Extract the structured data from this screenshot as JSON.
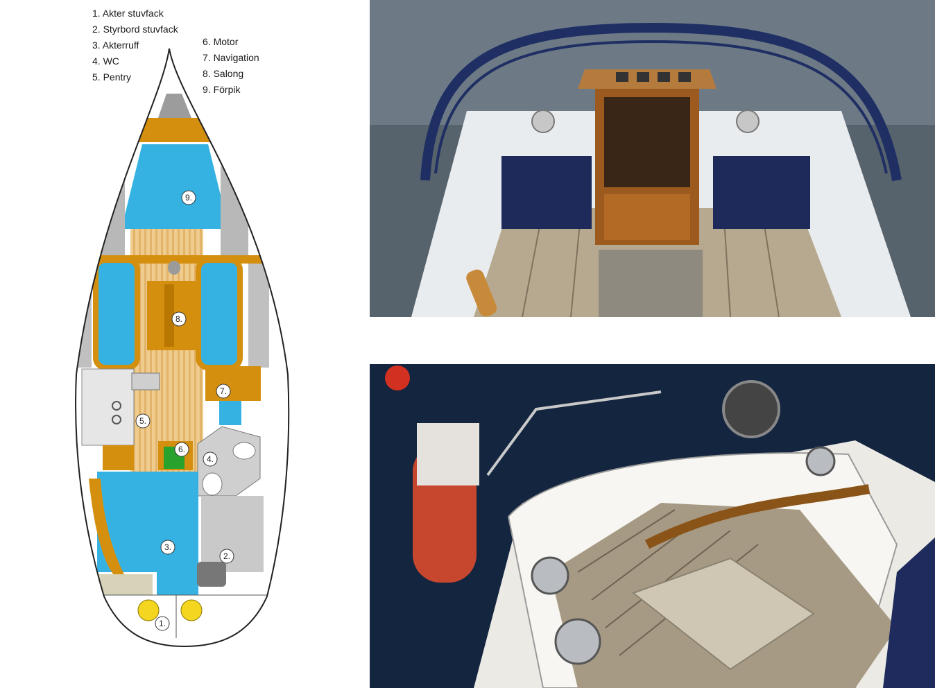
{
  "legend": {
    "items": [
      {
        "label": "1. Akter stuvfack"
      },
      {
        "label": "2. Styrbord stuvfack"
      },
      {
        "label": "3. Akterruff"
      },
      {
        "label": "4. WC"
      },
      {
        "label": "5. Pentry"
      },
      {
        "label": "6. Motor"
      },
      {
        "label": "7. Navigation"
      },
      {
        "label": "8. Salong"
      },
      {
        "label": "9. Förpik"
      }
    ]
  },
  "plan": {
    "markers": [
      "1.",
      "2.",
      "3.",
      "4.",
      "5.",
      "6.",
      "7.",
      "8.",
      "9."
    ]
  },
  "colors": {
    "cushion_blue": "#35b2e2",
    "wood_orange": "#d48f0f",
    "teak_floor": "#efcc8e",
    "hull_grey": "#a9a9a9",
    "canopy_navy": "#1f2f63",
    "sea_dark": "#13253f"
  }
}
